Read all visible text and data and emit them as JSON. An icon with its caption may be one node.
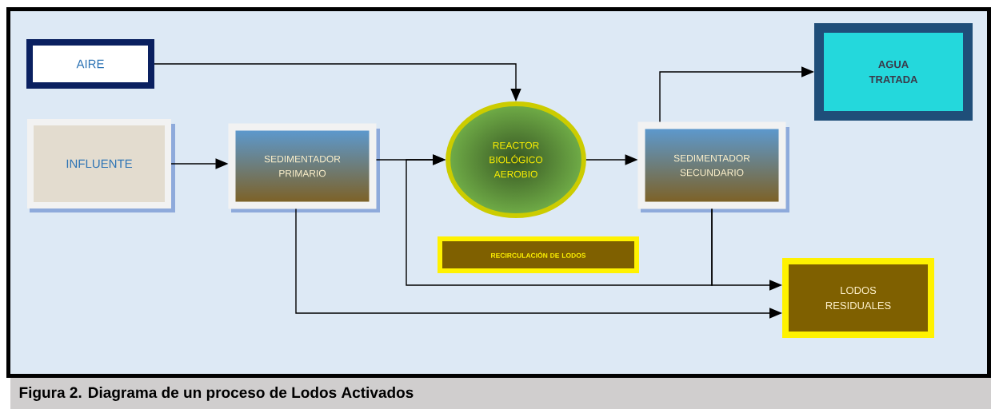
{
  "diagram": {
    "caption": "Figura 2.   Diagrama de un proceso de Lodos Activados",
    "nodes": [
      {
        "text": [
          "AIRE"
        ]
      },
      {
        "text": [
          "INFLUENTE"
        ]
      },
      {
        "text": [
          "SEDIMENTADOR PRIMARIO"
        ]
      },
      {
        "text": [
          "REACTOR BIOLÓGICO AEROBIO"
        ]
      },
      {
        "text": [
          "SEDIMENTADOR SECUNDARIO"
        ]
      },
      {
        "text": [
          "AGUA TRATADA"
        ]
      },
      {
        "text": [
          "RECIRCULACIÓN DE LODOS"
        ]
      },
      {
        "text": [
          "LODOS RESIDUALES"
        ]
      }
    ],
    "edges": [
      {
        "from": 0,
        "to": 3,
        "arrow": "to"
      },
      {
        "from": 1,
        "to": 2,
        "arrow": "to"
      },
      {
        "from": 2,
        "to": 3,
        "arrow": "to"
      },
      {
        "from": 3,
        "to": 4,
        "arrow": "to"
      },
      {
        "from": 4,
        "to": 5,
        "arrow": "to"
      },
      {
        "from": 4,
        "to": 7,
        "arrow": "to"
      },
      {
        "from": 4,
        "to": 3,
        "arrow": "to"
      },
      {
        "from": 2,
        "to": 7,
        "arrow": "to"
      }
    ]
  }
}
